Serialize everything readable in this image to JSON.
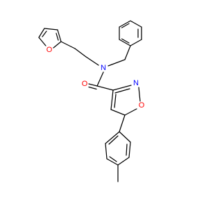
{
  "molecule": {
    "colors": {
      "bond": "#000000",
      "oxygen": "#ff0000",
      "nitrogen": "#0000ff"
    },
    "atoms": [
      {
        "id": "furan_O",
        "label": "O",
        "element": "oxygen"
      },
      {
        "id": "amide_N",
        "label": "N",
        "element": "nitrogen"
      },
      {
        "id": "carbonyl_O",
        "label": "O",
        "element": "oxygen"
      },
      {
        "id": "isoxazole_N",
        "label": "N",
        "element": "nitrogen"
      },
      {
        "id": "isoxazole_O",
        "label": "O",
        "element": "oxygen"
      }
    ]
  }
}
